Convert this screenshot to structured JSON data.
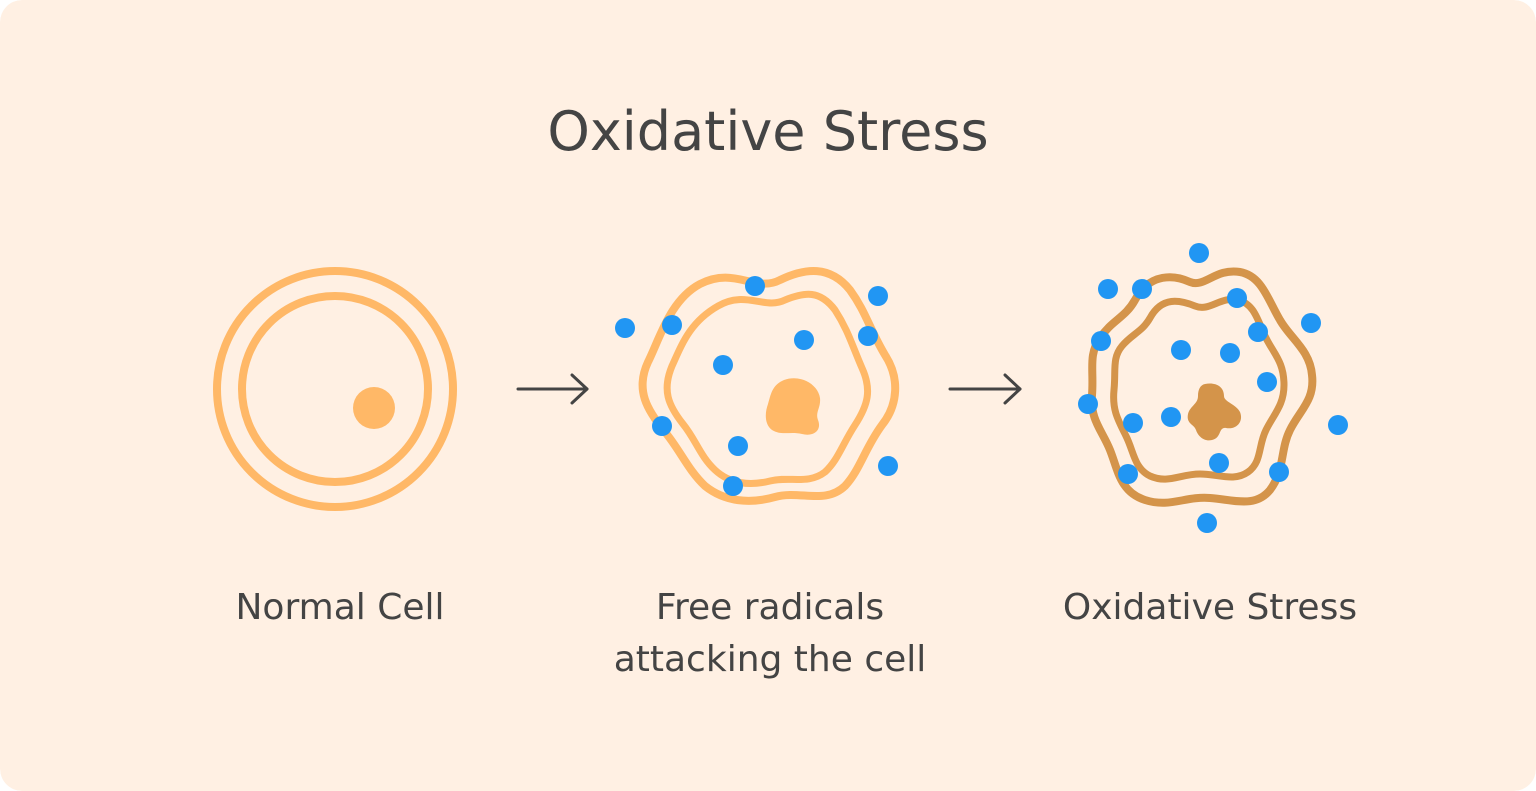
{
  "title": "Oxidative Stress",
  "stages": [
    {
      "label": "Normal Cell"
    },
    {
      "label_lines": [
        "Free radicals",
        "attacking the cell"
      ]
    },
    {
      "label": "Oxidative Stress"
    }
  ],
  "colors": {
    "background": "#fff0e3",
    "normal_cell": "#ffb867",
    "stressed_cell": "#d4944a",
    "free_radical": "#2196f3",
    "arrow": "#444444",
    "text": "#444444"
  },
  "icons": [
    "arrow-right-icon",
    "arrow-right-icon"
  ]
}
